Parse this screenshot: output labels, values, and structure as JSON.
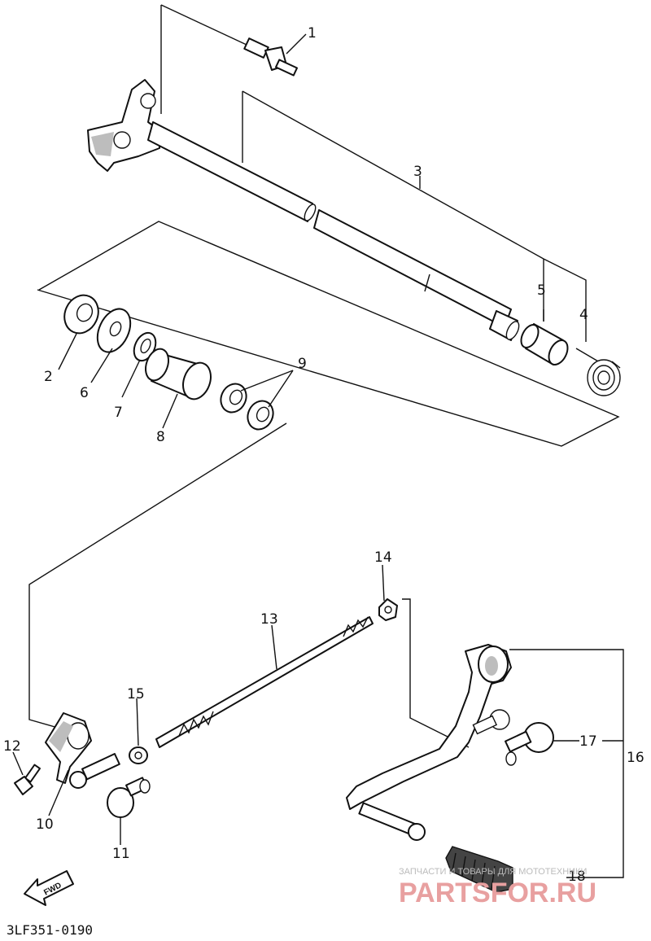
{
  "diagram": {
    "callouts": {
      "c1": "1",
      "c2": "2",
      "c3": "3",
      "c4": "4",
      "c5": "5",
      "c6": "6",
      "c7": "7",
      "c8": "8",
      "c9": "9",
      "c10": "10",
      "c11": "11",
      "c12": "12",
      "c13": "13",
      "c14": "14",
      "c15": "15",
      "c16": "16",
      "c17": "17",
      "c18": "18"
    },
    "direction_label": "FWD",
    "drawing_code": "3LF351-0190"
  },
  "watermark": {
    "caption": "ЗАПЧАСТИ И ТОВАРЫ ДЛЯ МОТОТЕХНИКИ",
    "brand": "PARTSFOR.RU"
  }
}
